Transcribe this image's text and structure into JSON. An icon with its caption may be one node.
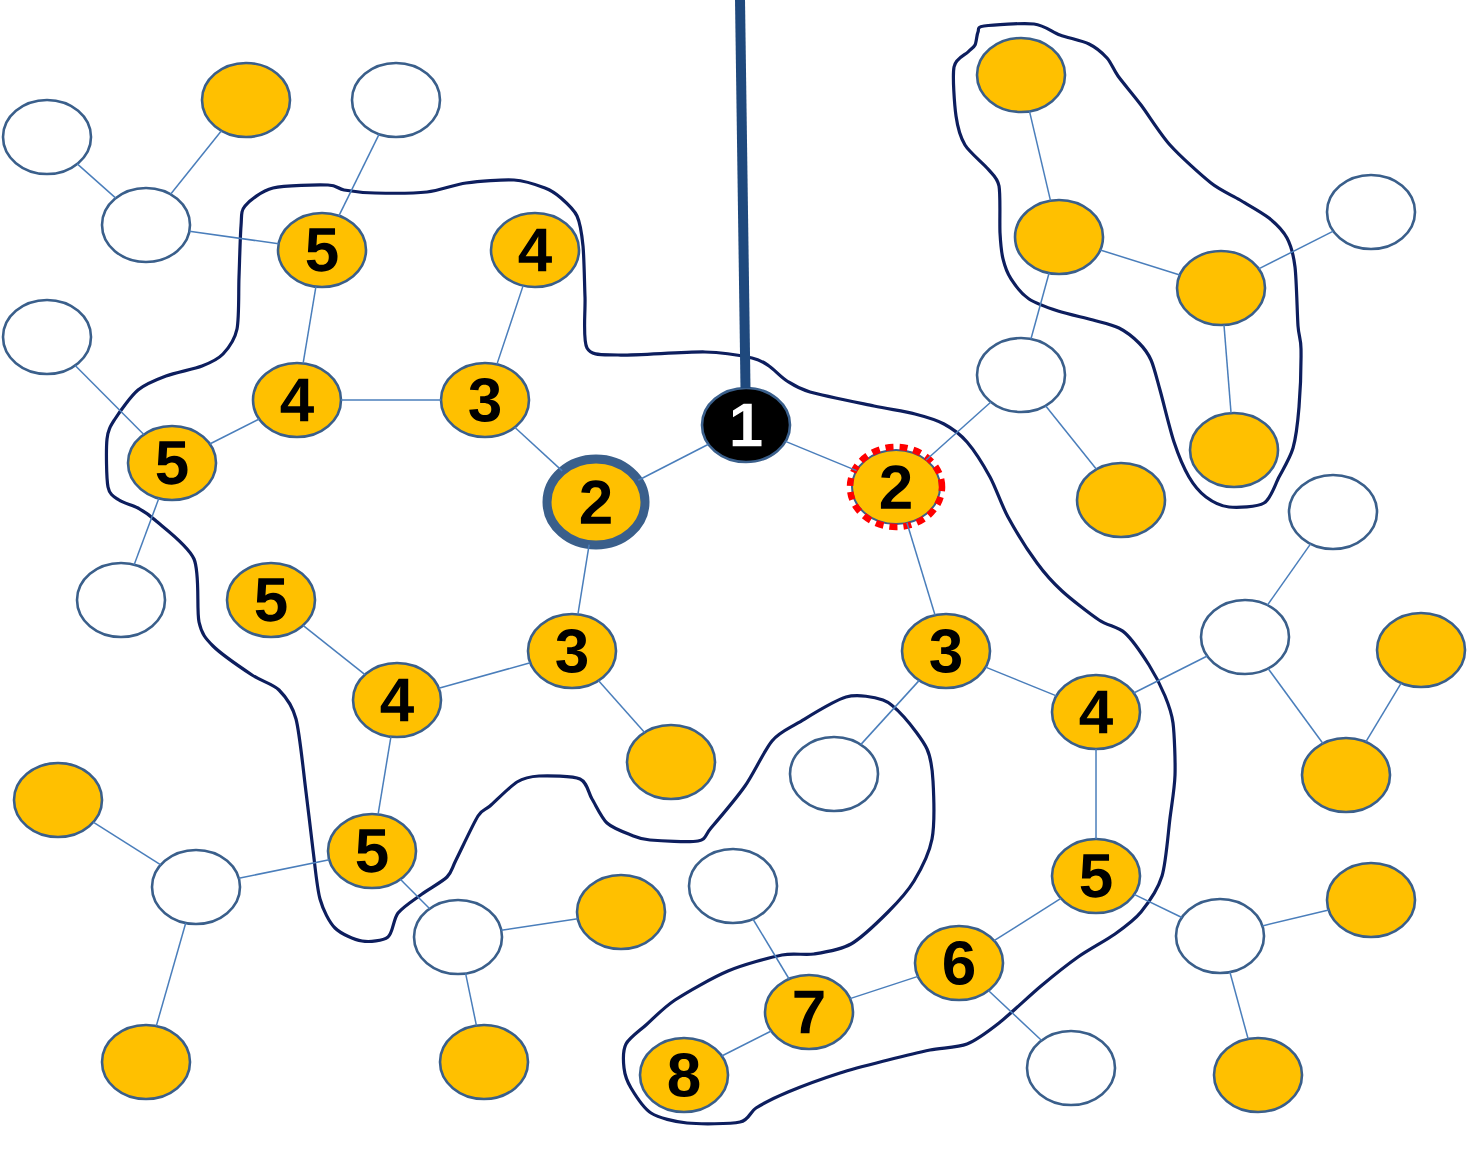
{
  "diagram": {
    "nodes": [
      {
        "text": [],
        "shape": "blob"
      },
      {
        "text": [],
        "shape": "blob"
      },
      {
        "text": [],
        "shape": "ellipse"
      },
      {
        "text": [],
        "shape": "ellipse"
      },
      {
        "text": [],
        "shape": "ellipse"
      },
      {
        "text": [],
        "shape": "ellipse",
        "in": 1
      },
      {
        "text": [],
        "shape": "ellipse"
      },
      {
        "text": [
          "5"
        ],
        "in": 0
      },
      {
        "text": [
          "4"
        ],
        "in": 0
      },
      {
        "text": [],
        "shape": "ellipse",
        "in": 1
      },
      {
        "text": [],
        "shape": "ellipse",
        "in": 1
      },
      {
        "text": [],
        "shape": "ellipse"
      },
      {
        "text": [],
        "shape": "ellipse"
      },
      {
        "text": [
          "4"
        ],
        "in": 0
      },
      {
        "text": [
          "3"
        ],
        "in": 0
      },
      {
        "text": [
          "1"
        ],
        "in": 0
      },
      {
        "text": [],
        "shape": "ellipse"
      },
      {
        "text": [
          "5"
        ],
        "in": 0
      },
      {
        "text": [
          "2"
        ],
        "in": 0
      },
      {
        "text": [
          "2"
        ],
        "in": 0
      },
      {
        "text": [],
        "shape": "ellipse"
      },
      {
        "text": [],
        "shape": "ellipse",
        "in": 1
      },
      {
        "text": [],
        "shape": "ellipse"
      },
      {
        "text": [],
        "shape": "ellipse"
      },
      {
        "text": [
          "5"
        ],
        "in": 0
      },
      {
        "text": [
          "3"
        ],
        "in": 0
      },
      {
        "text": [
          "3"
        ],
        "in": 0
      },
      {
        "text": [],
        "shape": "ellipse"
      },
      {
        "text": [],
        "shape": "ellipse"
      },
      {
        "text": [],
        "shape": "ellipse"
      },
      {
        "text": [
          "4"
        ],
        "in": 0
      },
      {
        "text": [],
        "shape": "ellipse",
        "in": 0
      },
      {
        "text": [],
        "shape": "ellipse"
      },
      {
        "text": [
          "4"
        ],
        "in": 0
      },
      {
        "text": [],
        "shape": "ellipse"
      },
      {
        "text": [],
        "shape": "ellipse"
      },
      {
        "text": [
          "5"
        ],
        "in": 0
      },
      {
        "text": [],
        "shape": "ellipse"
      },
      {
        "text": [],
        "shape": "ellipse"
      },
      {
        "text": [],
        "shape": "ellipse"
      },
      {
        "text": [
          "5"
        ],
        "in": 0
      },
      {
        "text": [],
        "shape": "ellipse"
      },
      {
        "text": [],
        "shape": "ellipse"
      },
      {
        "text": [],
        "shape": "ellipse"
      },
      {
        "text": [],
        "shape": "ellipse"
      },
      {
        "text": [
          "8"
        ],
        "in": 0
      },
      {
        "text": [
          "7"
        ],
        "in": 0
      },
      {
        "text": [
          "6"
        ],
        "in": 0
      },
      {
        "text": [],
        "shape": "ellipse"
      },
      {
        "text": [],
        "shape": "ellipse"
      }
    ],
    "edges": [
      {
        "from": 2,
        "to": 6,
        "arrow": "none"
      },
      {
        "from": 3,
        "to": 6,
        "arrow": "none"
      },
      {
        "from": 4,
        "to": 7,
        "arrow": "none"
      },
      {
        "from": 6,
        "to": 7,
        "arrow": "none"
      },
      {
        "from": 7,
        "to": 13,
        "arrow": "none"
      },
      {
        "from": 8,
        "to": 14,
        "arrow": "none"
      },
      {
        "from": 13,
        "to": 14,
        "arrow": "none"
      },
      {
        "from": 12,
        "to": 17,
        "arrow": "none"
      },
      {
        "from": 17,
        "to": 13,
        "arrow": "none"
      },
      {
        "from": 14,
        "to": 18,
        "arrow": "none"
      },
      {
        "from": 18,
        "to": 15,
        "arrow": "none"
      },
      {
        "from": 15,
        "to": 19,
        "arrow": "none"
      },
      {
        "from": 5,
        "to": 9,
        "arrow": "none"
      },
      {
        "from": 9,
        "to": 10,
        "arrow": "none"
      },
      {
        "from": 10,
        "to": 11,
        "arrow": "none"
      },
      {
        "from": 10,
        "to": 21,
        "arrow": "none"
      },
      {
        "from": 9,
        "to": 16,
        "arrow": "none"
      },
      {
        "from": 16,
        "to": 19,
        "arrow": "none"
      },
      {
        "from": 16,
        "to": 20,
        "arrow": "none"
      },
      {
        "from": 17,
        "to": 23,
        "arrow": "none"
      },
      {
        "from": 18,
        "to": 25,
        "arrow": "none"
      },
      {
        "from": 19,
        "to": 26,
        "arrow": "none"
      },
      {
        "from": 24,
        "to": 30,
        "arrow": "none"
      },
      {
        "from": 25,
        "to": 30,
        "arrow": "none"
      },
      {
        "from": 25,
        "to": 31,
        "arrow": "none"
      },
      {
        "from": 26,
        "to": 33,
        "arrow": "none"
      },
      {
        "from": 26,
        "to": 32,
        "arrow": "none"
      },
      {
        "from": 33,
        "to": 27,
        "arrow": "none"
      },
      {
        "from": 27,
        "to": 22,
        "arrow": "none"
      },
      {
        "from": 27,
        "to": 34,
        "arrow": "none"
      },
      {
        "from": 34,
        "to": 28,
        "arrow": "none"
      },
      {
        "from": 33,
        "to": 40,
        "arrow": "none"
      },
      {
        "from": 30,
        "to": 36,
        "arrow": "none"
      },
      {
        "from": 36,
        "to": 35,
        "arrow": "none"
      },
      {
        "from": 35,
        "to": 29,
        "arrow": "none"
      },
      {
        "from": 35,
        "to": 43,
        "arrow": "none"
      },
      {
        "from": 36,
        "to": 37,
        "arrow": "none"
      },
      {
        "from": 37,
        "to": 38,
        "arrow": "none"
      },
      {
        "from": 37,
        "to": 44,
        "arrow": "none"
      },
      {
        "from": 40,
        "to": 41,
        "arrow": "none"
      },
      {
        "from": 41,
        "to": 42,
        "arrow": "none"
      },
      {
        "from": 41,
        "to": 49,
        "arrow": "none"
      },
      {
        "from": 40,
        "to": 47,
        "arrow": "none"
      },
      {
        "from": 47,
        "to": 46,
        "arrow": "none"
      },
      {
        "from": 47,
        "to": 48,
        "arrow": "none"
      },
      {
        "from": 46,
        "to": 45,
        "arrow": "none"
      },
      {
        "from": 46,
        "to": 39,
        "arrow": "none"
      },
      {
        "from": null,
        "to": 15,
        "arrow": "none",
        "style": "thick",
        "color": "#1f497d"
      }
    ]
  }
}
